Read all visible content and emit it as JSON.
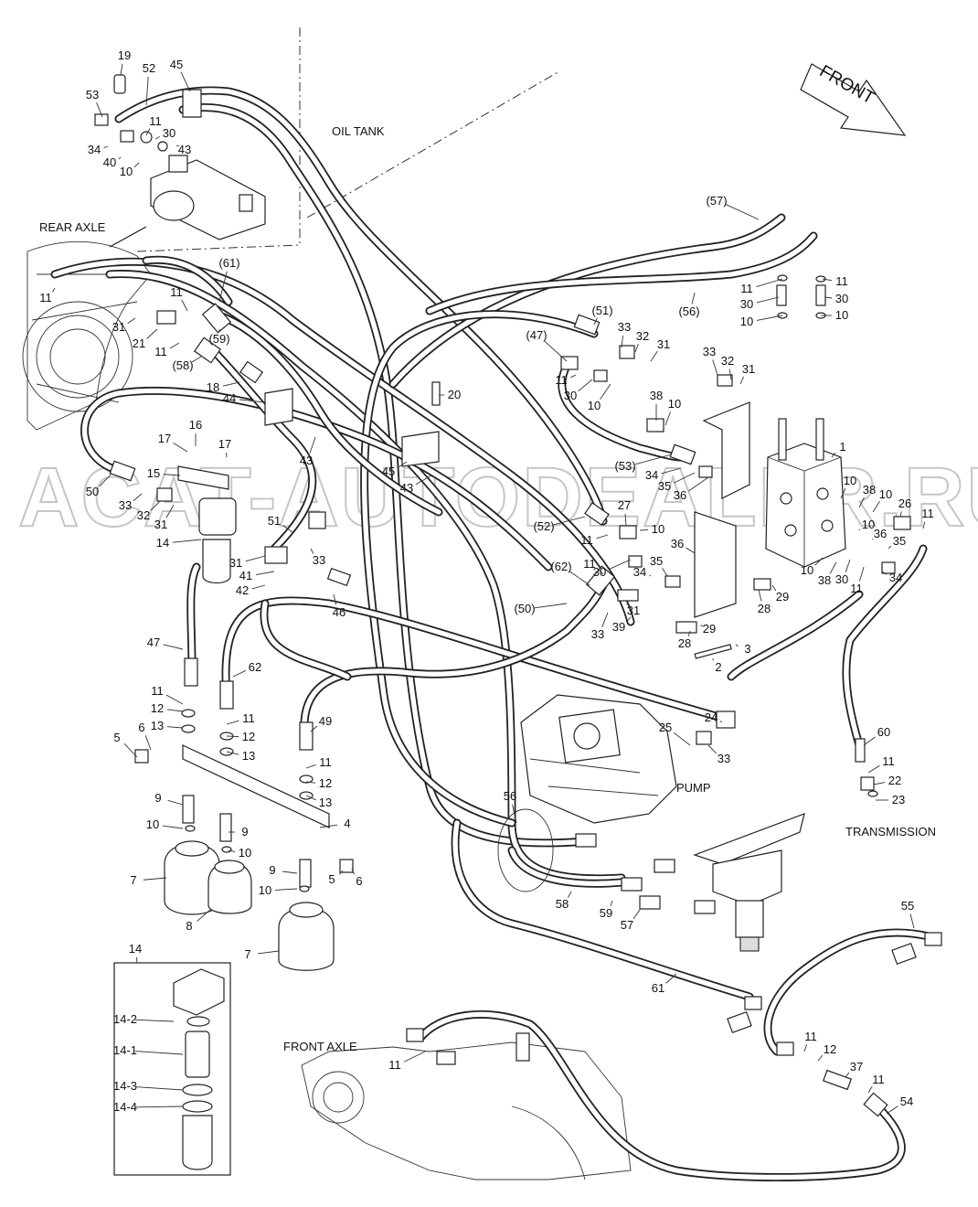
{
  "watermark": "ACAT-AUTODEALER.RU",
  "front_arrow_label": "FRONT",
  "component_names": {
    "oil_tank": "OIL TANK",
    "rear_axle": "REAR AXLE",
    "pump": "PUMP",
    "transmission": "TRANSMISSION",
    "front_axle": "FRONT AXLE"
  },
  "part_labels": [
    {
      "id": "19",
      "text": "19"
    },
    {
      "id": "52",
      "text": "52"
    },
    {
      "id": "45a",
      "text": "45"
    },
    {
      "id": "53",
      "text": "53"
    },
    {
      "id": "11a",
      "text": "11"
    },
    {
      "id": "30a",
      "text": "30"
    },
    {
      "id": "34a",
      "text": "34"
    },
    {
      "id": "43a",
      "text": "43"
    },
    {
      "id": "40",
      "text": "40"
    },
    {
      "id": "10a",
      "text": "10"
    },
    {
      "id": "11b",
      "text": "11"
    },
    {
      "id": "61a",
      "text": "(61)"
    },
    {
      "id": "31a",
      "text": "31"
    },
    {
      "id": "21",
      "text": "21"
    },
    {
      "id": "11c",
      "text": "11"
    },
    {
      "id": "11d",
      "text": "11"
    },
    {
      "id": "59a",
      "text": "(59)"
    },
    {
      "id": "58a",
      "text": "(58)"
    },
    {
      "id": "18",
      "text": "18"
    },
    {
      "id": "44",
      "text": "44"
    },
    {
      "id": "20",
      "text": "20"
    },
    {
      "id": "43b",
      "text": "43"
    },
    {
      "id": "16",
      "text": "16"
    },
    {
      "id": "17a",
      "text": "17"
    },
    {
      "id": "17b",
      "text": "17"
    },
    {
      "id": "15",
      "text": "15"
    },
    {
      "id": "45b",
      "text": "45"
    },
    {
      "id": "43c",
      "text": "43"
    },
    {
      "id": "50a",
      "text": "50"
    },
    {
      "id": "33a",
      "text": "33"
    },
    {
      "id": "32a",
      "text": "32"
    },
    {
      "id": "31b",
      "text": "31"
    },
    {
      "id": "14a",
      "text": "14"
    },
    {
      "id": "51a",
      "text": "51"
    },
    {
      "id": "31c",
      "text": "31"
    },
    {
      "id": "41",
      "text": "41"
    },
    {
      "id": "33b",
      "text": "33"
    },
    {
      "id": "42",
      "text": "42"
    },
    {
      "id": "46",
      "text": "46"
    },
    {
      "id": "47a",
      "text": "47"
    },
    {
      "id": "62a",
      "text": "62"
    },
    {
      "id": "57a",
      "text": "(57)"
    },
    {
      "id": "56a",
      "text": "(56)"
    },
    {
      "id": "51b",
      "text": "(51)"
    },
    {
      "id": "33c",
      "text": "33"
    },
    {
      "id": "32b",
      "text": "32"
    },
    {
      "id": "31d",
      "text": "31"
    },
    {
      "id": "47b",
      "text": "(47)"
    },
    {
      "id": "11e",
      "text": "11"
    },
    {
      "id": "30b",
      "text": "30"
    },
    {
      "id": "10b",
      "text": "10"
    },
    {
      "id": "33d",
      "text": "33"
    },
    {
      "id": "32c",
      "text": "32"
    },
    {
      "id": "31e",
      "text": "31"
    },
    {
      "id": "38a",
      "text": "38"
    },
    {
      "id": "10c",
      "text": "10"
    },
    {
      "id": "53b",
      "text": "(53)"
    },
    {
      "id": "34b",
      "text": "34"
    },
    {
      "id": "35a",
      "text": "35"
    },
    {
      "id": "36a",
      "text": "36"
    },
    {
      "id": "11f",
      "text": "11"
    },
    {
      "id": "30c",
      "text": "30"
    },
    {
      "id": "10d",
      "text": "10"
    },
    {
      "id": "11g",
      "text": "11"
    },
    {
      "id": "30d",
      "text": "30"
    },
    {
      "id": "10e",
      "text": "10"
    },
    {
      "id": "1",
      "text": "1"
    },
    {
      "id": "10f",
      "text": "10"
    },
    {
      "id": "38b",
      "text": "38"
    },
    {
      "id": "10g",
      "text": "10"
    },
    {
      "id": "26",
      "text": "26"
    },
    {
      "id": "11h",
      "text": "11"
    },
    {
      "id": "36b",
      "text": "36"
    },
    {
      "id": "10h",
      "text": "10"
    },
    {
      "id": "35b",
      "text": "35"
    },
    {
      "id": "10i",
      "text": "10"
    },
    {
      "id": "38c",
      "text": "38"
    },
    {
      "id": "30e",
      "text": "30"
    },
    {
      "id": "11i",
      "text": "11"
    },
    {
      "id": "34c",
      "text": "34"
    },
    {
      "id": "52b",
      "text": "(52)"
    },
    {
      "id": "27",
      "text": "27"
    },
    {
      "id": "10j",
      "text": "10"
    },
    {
      "id": "11j",
      "text": "11"
    },
    {
      "id": "36c",
      "text": "36"
    },
    {
      "id": "30f",
      "text": "30"
    },
    {
      "id": "35c",
      "text": "35"
    },
    {
      "id": "62b",
      "text": "(62)"
    },
    {
      "id": "11k",
      "text": "11"
    },
    {
      "id": "34d",
      "text": "34"
    },
    {
      "id": "28a",
      "text": "28"
    },
    {
      "id": "29a",
      "text": "29"
    },
    {
      "id": "50b",
      "text": "(50)"
    },
    {
      "id": "31f",
      "text": "31"
    },
    {
      "id": "33e",
      "text": "33"
    },
    {
      "id": "39",
      "text": "39"
    },
    {
      "id": "28b",
      "text": "28"
    },
    {
      "id": "29b",
      "text": "29"
    },
    {
      "id": "3",
      "text": "3"
    },
    {
      "id": "2",
      "text": "2"
    },
    {
      "id": "24",
      "text": "24"
    },
    {
      "id": "25",
      "text": "25"
    },
    {
      "id": "33f",
      "text": "33"
    },
    {
      "id": "60",
      "text": "60"
    },
    {
      "id": "11l",
      "text": "11"
    },
    {
      "id": "22",
      "text": "22"
    },
    {
      "id": "23",
      "text": "23"
    },
    {
      "id": "11m",
      "text": "11"
    },
    {
      "id": "12a",
      "text": "12"
    },
    {
      "id": "13a",
      "text": "13"
    },
    {
      "id": "5a",
      "text": "5"
    },
    {
      "id": "6a",
      "text": "6"
    },
    {
      "id": "11n",
      "text": "11"
    },
    {
      "id": "12b",
      "text": "12"
    },
    {
      "id": "13b",
      "text": "13"
    },
    {
      "id": "49",
      "text": "49"
    },
    {
      "id": "11o",
      "text": "11"
    },
    {
      "id": "12c",
      "text": "12"
    },
    {
      "id": "13c",
      "text": "13"
    },
    {
      "id": "4",
      "text": "4"
    },
    {
      "id": "9a",
      "text": "9"
    },
    {
      "id": "10k",
      "text": "10"
    },
    {
      "id": "9b",
      "text": "9"
    },
    {
      "id": "10l",
      "text": "10"
    },
    {
      "id": "9c",
      "text": "9"
    },
    {
      "id": "10m",
      "text": "10"
    },
    {
      "id": "5b",
      "text": "5"
    },
    {
      "id": "6b",
      "text": "6"
    },
    {
      "id": "7a",
      "text": "7"
    },
    {
      "id": "8",
      "text": "8"
    },
    {
      "id": "7b",
      "text": "7"
    },
    {
      "id": "56b",
      "text": "56"
    },
    {
      "id": "58b",
      "text": "58"
    },
    {
      "id": "59b",
      "text": "59"
    },
    {
      "id": "57b",
      "text": "57"
    },
    {
      "id": "61b",
      "text": "61"
    },
    {
      "id": "55",
      "text": "55"
    },
    {
      "id": "11p",
      "text": "11"
    },
    {
      "id": "12d",
      "text": "12"
    },
    {
      "id": "37",
      "text": "37"
    },
    {
      "id": "11q",
      "text": "11"
    },
    {
      "id": "54",
      "text": "54"
    },
    {
      "id": "11r",
      "text": "11"
    },
    {
      "id": "14b",
      "text": "14"
    },
    {
      "id": "14-2",
      "text": "14-2"
    },
    {
      "id": "14-1",
      "text": "14-1"
    },
    {
      "id": "14-3",
      "text": "14-3"
    },
    {
      "id": "14-4",
      "text": "14-4"
    }
  ]
}
